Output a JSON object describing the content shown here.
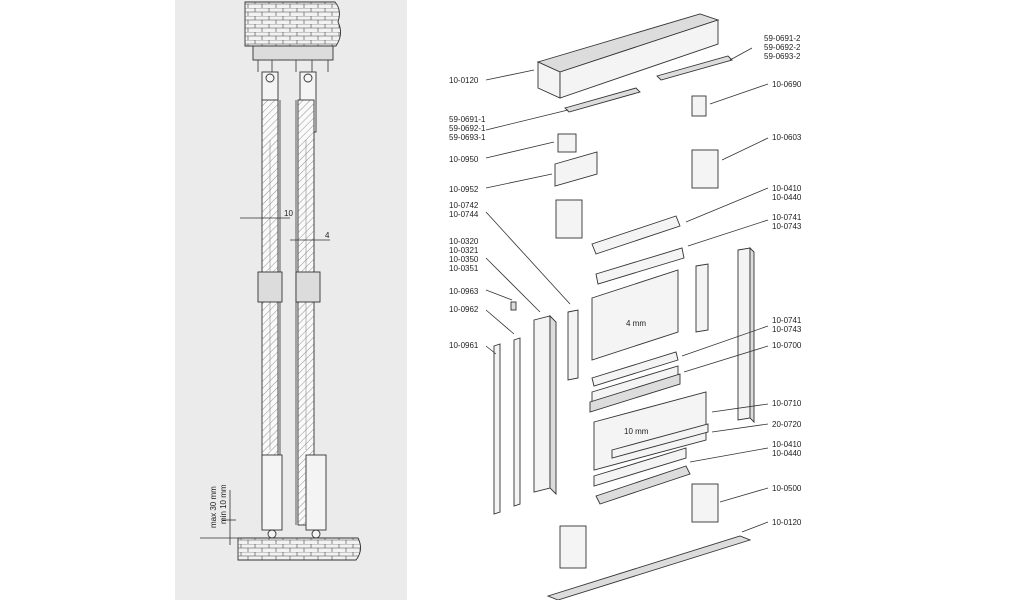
{
  "colors": {
    "background": "#ffffff",
    "left_panel": "#ebebeb",
    "line": "#333333",
    "brick": "#f2f2f2"
  },
  "section_view": {
    "dim_gap": "10",
    "dim_glass": "4",
    "dim_max": "max 30 mm",
    "dim_min": "min 10 mm"
  },
  "panels": {
    "upper": "4 mm",
    "lower": "10 mm"
  },
  "labels": {
    "p_10_0120_top": "10-0120",
    "p_59_069x_1": [
      "59-0691-1",
      "59-0692-1",
      "59-0693-1"
    ],
    "p_59_069x_2": [
      "59-0691-2",
      "59-0692-2",
      "59-0693-2"
    ],
    "p_10_0690": "10-0690",
    "p_10_0950": "10-0950",
    "p_10_0603": "10-0603",
    "p_10_0952": "10-0952",
    "p_10_0410_a": [
      "10-0410",
      "10-0440"
    ],
    "p_10_0742": [
      "10-0742",
      "10-0744"
    ],
    "p_10_0741_a": [
      "10-0741",
      "10-0743"
    ],
    "p_10_032x": [
      "10-0320",
      "10-0321",
      "10-0350",
      "10-0351"
    ],
    "p_10_0963": "10-0963",
    "p_10_0962": "10-0962",
    "p_10_0741_b": [
      "10-0741",
      "10-0743"
    ],
    "p_10_0961": "10-0961",
    "p_10_0700": "10-0700",
    "p_10_0710": "10-0710",
    "p_20_0720": "20-0720",
    "p_10_0410_b": [
      "10-0410",
      "10-0440"
    ],
    "p_10_0500": "10-0500",
    "p_10_0120_bottom": "10-0120"
  }
}
